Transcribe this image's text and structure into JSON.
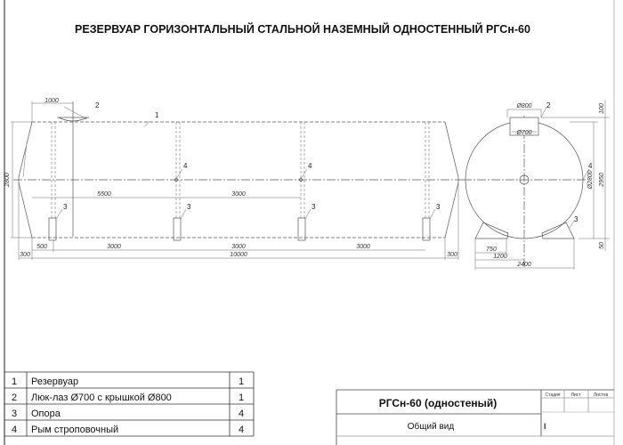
{
  "title": "РЕЗЕРВУАР ГОРИЗОНТАЛЬНЫЙ СТАЛЬНОЙ НАЗЕМНЫЙ ОДНОСТЕННЫЙ РГСн-60",
  "side_view": {
    "dims": {
      "manhole_offset": "1000",
      "height": "2800",
      "to_eye1": "5500",
      "eye_spacing": "3000",
      "support_offset": "500",
      "support_spacing": [
        "3000",
        "3000",
        "3000"
      ],
      "end_left": "300",
      "length": "10000",
      "end_right": "300"
    },
    "callouts": {
      "tank": "1",
      "manhole": "2",
      "support": "3",
      "eye": "4"
    }
  },
  "end_view": {
    "dims": {
      "flange": "Ø800",
      "hatch": "Ø700",
      "top": "100",
      "diameter": "Ø2800",
      "total_height": "2950",
      "bottom": "50",
      "support_width": "750",
      "support_half": "1200",
      "base": "2400"
    },
    "callouts": {
      "manhole": "2",
      "eye": "4",
      "support": "3"
    }
  },
  "spec_table": [
    {
      "pos": "1",
      "name": "Резервуар",
      "qty": "1"
    },
    {
      "pos": "2",
      "name": "Люк-лаз Ø700 с крышкой Ø800",
      "qty": "1"
    },
    {
      "pos": "3",
      "name": "Опора",
      "qty": "4"
    },
    {
      "pos": "4",
      "name": "Рым строповочный",
      "qty": "4"
    }
  ],
  "title_block": {
    "name": "РГСн-60 (одностеный)",
    "view": "Общий вид",
    "stage_label": "Стадия",
    "sheet_label": "Лист",
    "sheets_label": "Листов",
    "stage_value": "I"
  }
}
